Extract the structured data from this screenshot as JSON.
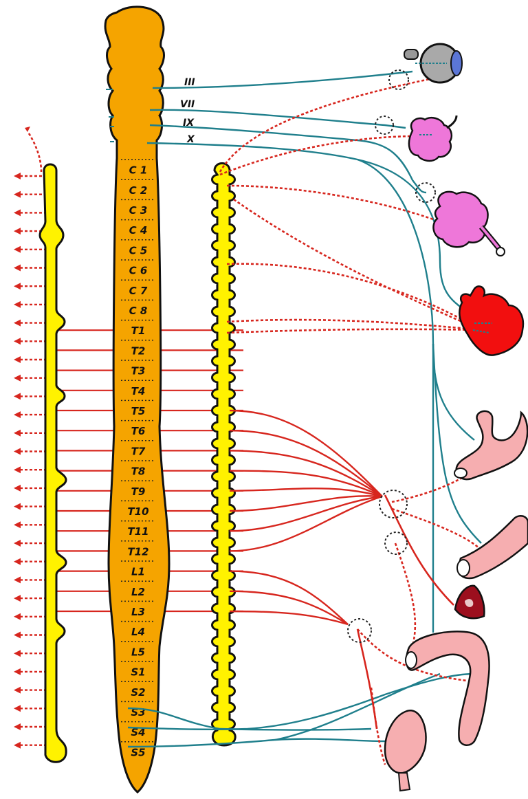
{
  "cranial_nerves": [
    "III",
    "VII",
    "IX",
    "X"
  ],
  "spinal_segments": [
    "C 1",
    "C 2",
    "C 3",
    "C 4",
    "C 5",
    "C 6",
    "C 7",
    "C 8",
    "T1",
    "T2",
    "T3",
    "T4",
    "T5",
    "T6",
    "T7",
    "T8",
    "T9",
    "T10",
    "T11",
    "T12",
    "L1",
    "L2",
    "L3",
    "L4",
    "L5",
    "S1",
    "S2",
    "S3",
    "S4",
    "S5"
  ],
  "colors": {
    "spinal_cord": "#f5a400",
    "sympathetic_chain": "#fff200",
    "sympathetic_fiber": "#d7261e",
    "parasympathetic_fiber": "#1f7f8c",
    "gland": "#ee77d9",
    "heart": "#f20f0f",
    "gut": "#f6aeb0",
    "outline": "#111111"
  },
  "organs": [
    {
      "name": "eye-icon"
    },
    {
      "name": "lacrimal-gland-icon"
    },
    {
      "name": "salivary-gland-icon"
    },
    {
      "name": "heart-icon"
    },
    {
      "name": "stomach-icon"
    },
    {
      "name": "small-intestine-icon"
    },
    {
      "name": "adrenal-gland-icon"
    },
    {
      "name": "colon-icon"
    },
    {
      "name": "bladder-icon"
    }
  ]
}
